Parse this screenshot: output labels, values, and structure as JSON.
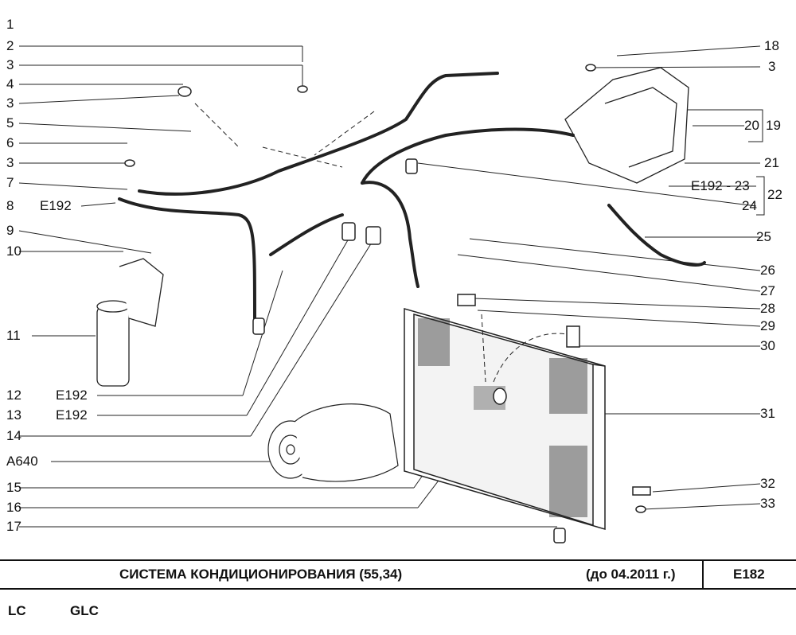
{
  "diagram": {
    "labels_left": [
      "1",
      "2",
      "3",
      "4",
      "3",
      "5",
      "6",
      "3",
      "7",
      "8",
      "9",
      "10",
      "11",
      "12",
      "13",
      "14",
      "A640",
      "15",
      "16",
      "17"
    ],
    "labels_left_sub": {
      "8": "E192",
      "12": "E192",
      "13": "E192"
    },
    "labels_right": [
      "18",
      "3",
      "20",
      "19",
      "21",
      "E192 - 23",
      "22",
      "24",
      "25",
      "26",
      "27",
      "28",
      "29",
      "30",
      "31",
      "32",
      "33"
    ]
  },
  "title_bar": {
    "title": "СИСТЕМА  КОНДИЦИОНИРОВАНИЯ (55,34)",
    "date_note": "(до 04.2011 г.)",
    "code": "E182"
  },
  "footer": {
    "models": [
      "LC",
      "GLC"
    ]
  }
}
